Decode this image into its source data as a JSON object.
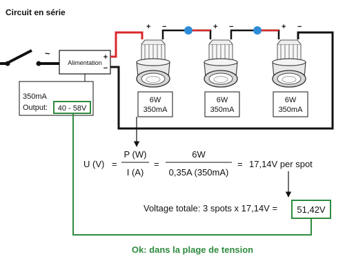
{
  "title": "Circuit en série",
  "supply": {
    "label": "Alimentation",
    "plus": "+",
    "minus": "−",
    "ac_symbol": "~"
  },
  "spec": {
    "current": "350mA",
    "output_label": "Output:",
    "output_range": "40 - 58V"
  },
  "spots": [
    {
      "power": "6W",
      "current": "350mA",
      "plus": "+",
      "minus": "−"
    },
    {
      "power": "6W",
      "current": "350mA",
      "plus": "+",
      "minus": "−"
    },
    {
      "power": "6W",
      "current": "350mA",
      "plus": "+",
      "minus": "−"
    }
  ],
  "formula": {
    "lhs": "U (V)",
    "eq1": "=",
    "num1": "P (W)",
    "den1": "I (A)",
    "eq2": "=",
    "num2": "6W",
    "den2": "0,35A (350mA)",
    "eq3": "=",
    "result": "17,14V per spot"
  },
  "total": {
    "text": "Voltage totale: 3 spots x 17,14V =",
    "value": "51,42V"
  },
  "conclusion": "Ok: dans la plage de tension",
  "colors": {
    "red_wire": "#d9262b",
    "black_wire": "#111111",
    "junction": "#2f8cd8",
    "green": "#2e8b3e"
  }
}
